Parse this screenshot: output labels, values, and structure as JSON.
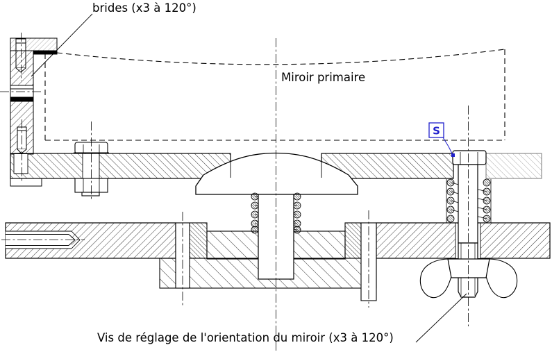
{
  "labels": {
    "brides": "brides (x3 à 120°)",
    "mirror": "Miroir primaire",
    "screw": "Vis de réglage de l'orientation du miroir (x3 à 120°)"
  },
  "annotation": {
    "s": "S"
  },
  "colors": {
    "line": "#000000",
    "annotation_blue": "#1f1fcc",
    "light_section": "#999999"
  }
}
